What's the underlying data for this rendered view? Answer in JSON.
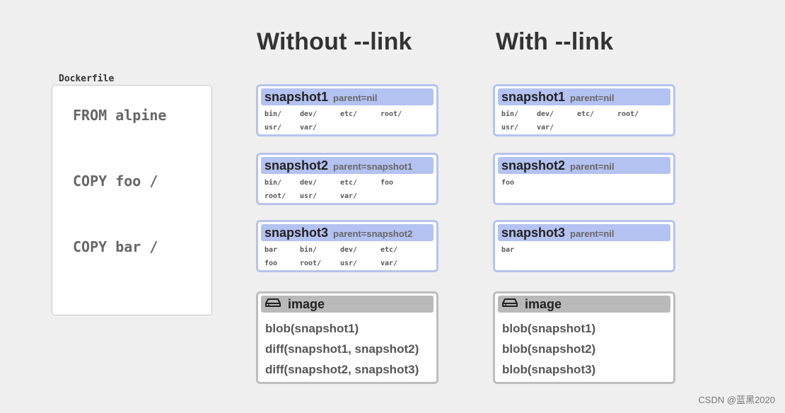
{
  "titles": {
    "without": "Without --link",
    "with": "With --link"
  },
  "dockerfile": {
    "label": "Dockerfile",
    "lines": [
      "FROM alpine",
      "COPY foo /",
      "COPY bar /"
    ]
  },
  "without_link": {
    "snapshots": [
      {
        "name": "snapshot1",
        "parent": "parent=nil",
        "files": [
          "bin/",
          "dev/",
          "etc/",
          "root/",
          "usr/",
          "var/"
        ]
      },
      {
        "name": "snapshot2",
        "parent": "parent=snapshot1",
        "files": [
          "bin/",
          "dev/",
          "etc/",
          "foo",
          "root/",
          "usr/",
          "var/"
        ]
      },
      {
        "name": "snapshot3",
        "parent": "parent=snapshot2",
        "files": [
          "bar",
          "bin/",
          "dev/",
          "etc/",
          "foo",
          "root/",
          "usr/",
          "var/"
        ]
      }
    ],
    "image": {
      "label": "image",
      "icon": "drive-icon",
      "lines": [
        "blob(snapshot1)",
        "diff(snapshot1, snapshot2)",
        "diff(snapshot2, snapshot3)"
      ]
    }
  },
  "with_link": {
    "snapshots": [
      {
        "name": "snapshot1",
        "parent": "parent=nil",
        "files": [
          "bin/",
          "dev/",
          "etc/",
          "root/",
          "usr/",
          "var/"
        ]
      },
      {
        "name": "snapshot2",
        "parent": "parent=nil",
        "files": [
          "foo"
        ]
      },
      {
        "name": "snapshot3",
        "parent": "parent=nil",
        "files": [
          "bar"
        ]
      }
    ],
    "image": {
      "label": "image",
      "icon": "drive-icon",
      "lines": [
        "blob(snapshot1)",
        "blob(snapshot2)",
        "blob(snapshot3)"
      ]
    }
  },
  "watermark": "CSDN @蓝黑2020",
  "colors": {
    "snapshot_border": "#b8c3ec",
    "snapshot_header": "#b3c2f0",
    "image_border": "#bdbdbd",
    "image_header": "#b9b9b9"
  }
}
